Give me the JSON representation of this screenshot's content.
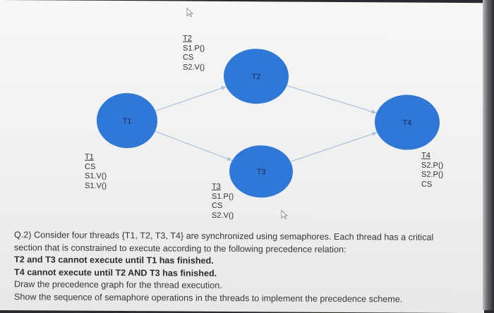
{
  "colors": {
    "node_fill": "#2f78d8",
    "edge": "#a9c2df",
    "text": "#34363d"
  },
  "diagram": {
    "nodes": [
      {
        "id": "T1",
        "label": "T1"
      },
      {
        "id": "T2",
        "label": "T2"
      },
      {
        "id": "T3",
        "label": "T3"
      },
      {
        "id": "T4",
        "label": "T4"
      }
    ],
    "edges": [
      {
        "from": "T1",
        "to": "T2"
      },
      {
        "from": "T1",
        "to": "T3"
      },
      {
        "from": "T2",
        "to": "T4"
      },
      {
        "from": "T3",
        "to": "T4"
      }
    ]
  },
  "code_blocks": {
    "t2": [
      "T2",
      "S1.P()",
      "CS",
      "S2.V()"
    ],
    "t1": [
      "T1",
      "CS",
      "S1.V()",
      "S1.V()"
    ],
    "t3": [
      "T3",
      "S1.P()",
      "CS",
      "S2.V()"
    ],
    "t4": [
      "T4",
      "S2.P()",
      "S2.P()",
      "CS"
    ]
  },
  "question": {
    "line1": "Q.2) Consider four threads {T1, T2, T3, T4} are synchronized using semaphores. Each thread has a critical",
    "line2": "section that is constrained to execute according to the following precedence relation:",
    "line3": "T2 and T3  cannot execute until T1 has finished.",
    "line4": "T4 cannot execute until T2 AND T3 has finished.",
    "line5": "Draw the precedence graph for the thread execution.",
    "line6": "Show the sequence of semaphore operations in the threads to implement the precedence scheme."
  }
}
